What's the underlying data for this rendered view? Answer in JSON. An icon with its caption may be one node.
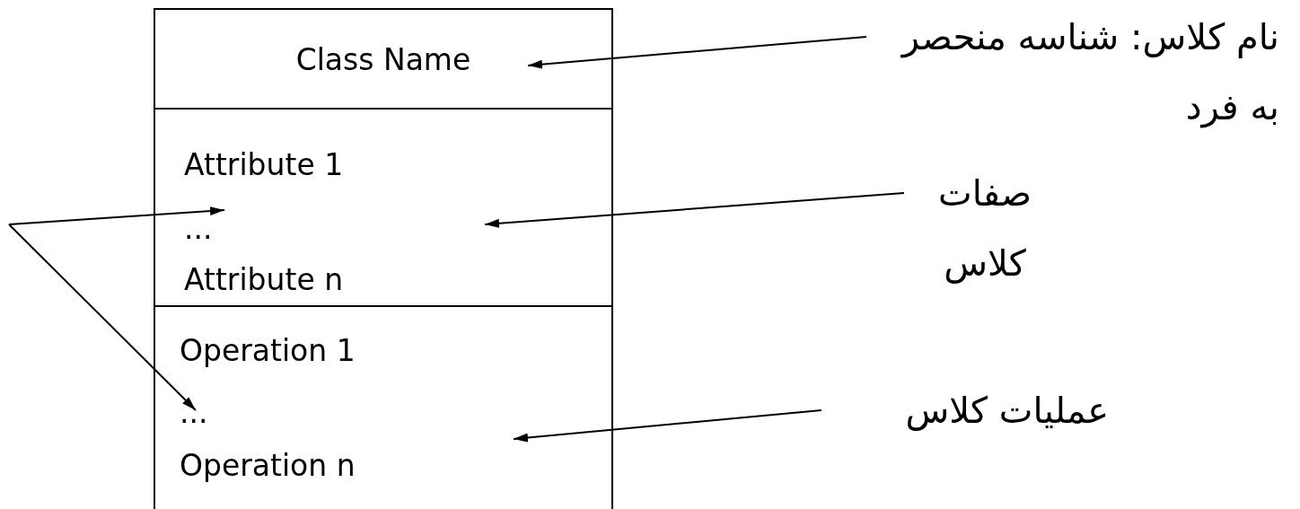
{
  "diagram": {
    "nodes": [
      {
        "text": [
          "Class Name"
        ]
      },
      {
        "text": [
          "Attribute 1",
          "...",
          "Attribute n"
        ]
      },
      {
        "text": [
          "Operation 1",
          "...",
          "Operation n"
        ]
      },
      {
        "text": [
          "نام کلاس: شناسه منحصر به فرد"
        ]
      },
      {
        "text": [
          "صفات کلاس"
        ]
      },
      {
        "text": [
          "عملیات کلاس"
        ]
      }
    ],
    "edges": [
      {
        "from": 3,
        "to": 0,
        "arrow": "to"
      },
      {
        "from": 4,
        "to": 1,
        "arrow": "to"
      },
      {
        "from": 5,
        "to": 2,
        "arrow": "to"
      },
      {
        "from": null,
        "to": 1,
        "arrow": "to"
      },
      {
        "from": null,
        "to": 2,
        "arrow": "to"
      }
    ]
  }
}
